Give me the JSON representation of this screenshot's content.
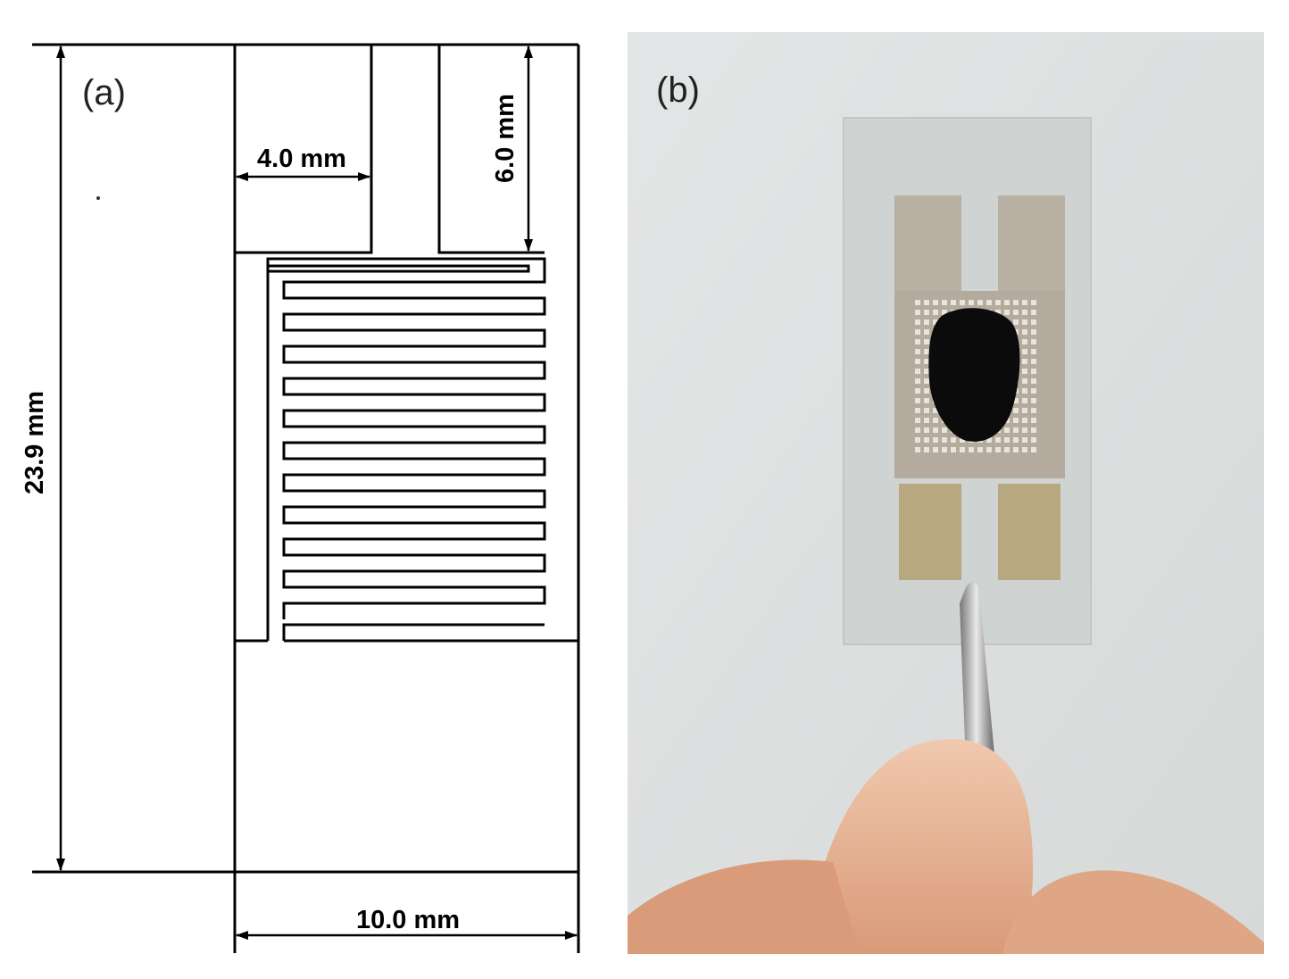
{
  "panel_a": {
    "label": "(a)",
    "dimensions": {
      "height": "23.9 mm",
      "pad_width": "4.0 mm",
      "lead_length": "6.0 mm",
      "total_width": "10.0 mm"
    }
  },
  "panel_b": {
    "label": "(b)"
  }
}
